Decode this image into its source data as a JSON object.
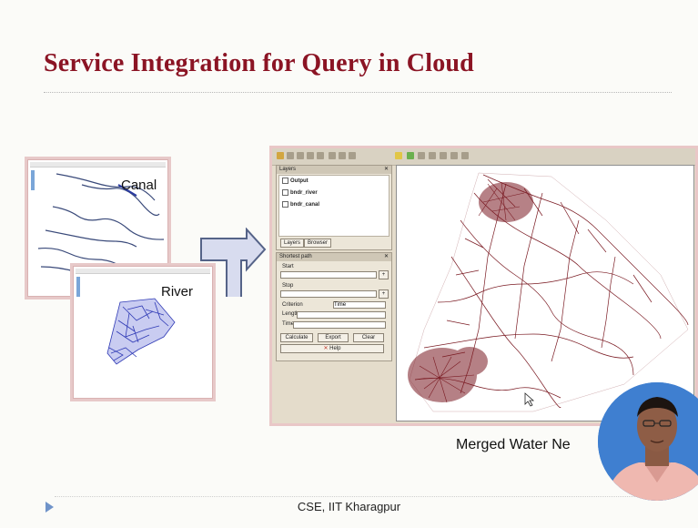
{
  "slide": {
    "title": "Service Integration for Query in Cloud",
    "footer": "CSE, IIT Kharagpur"
  },
  "thumbnails": {
    "canal_label": "Canal",
    "river_label": "River"
  },
  "qgis": {
    "layers_panel_title": "Layers",
    "layers": [
      "Output",
      "bndr_river",
      "bndr_canal"
    ],
    "tabs": [
      "Layers",
      "Browser"
    ],
    "shortest_path_title": "Shortest path",
    "start_label": "Start",
    "stop_label": "Stop",
    "criterion_label": "Criterion",
    "criterion_value": "Time",
    "length_label": "Length",
    "time_label": "Time",
    "buttons": [
      "Calculate",
      "Export",
      "Clear",
      "Help"
    ]
  },
  "caption": "Merged Water Ne",
  "colors": {
    "title": "#8b1424",
    "network": "#7a1a22",
    "river": "#2f3ab5",
    "accent": "#6f93c9"
  }
}
